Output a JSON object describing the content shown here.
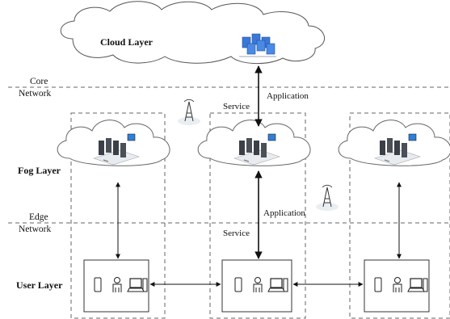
{
  "layers": {
    "cloud": "Cloud Layer",
    "fog": "Fog Layer",
    "user": "User Layer"
  },
  "boundaries": {
    "core_line1": "Core",
    "core_line2": "Network",
    "edge_line1": "Edge",
    "edge_line2": "Network"
  },
  "links": {
    "application_top": "Application",
    "service_top": "Service",
    "application_bottom": "Application",
    "service_bottom": "Service"
  },
  "colors": {
    "line": "#444444",
    "server_blue": "#3a78d8",
    "server_dark": "#3b3f48",
    "monitor_blue": "#2f7fd6"
  },
  "icons": [
    "cloud-icon",
    "server-cluster-icon",
    "fog-server-icon",
    "radio-tower-icon",
    "smartphone-icon",
    "person-icon",
    "desktop-computer-icon"
  ]
}
